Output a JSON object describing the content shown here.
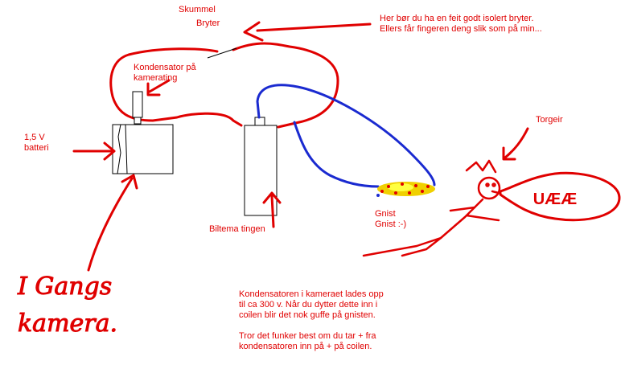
{
  "labels": {
    "skummel": "Skummel",
    "bryter": "Bryter",
    "kondensator_line1": "Kondensator på",
    "kondensator_line2": "kamerating",
    "batteri_line1": "1,5 V",
    "batteri_line2": "batteri",
    "biltema": "Biltema tingen",
    "gnist_line1": "Gnist",
    "gnist_line2": "Gnist :-)",
    "torgeir": "Torgeir",
    "speech": "UÆÆ",
    "handwritten_line1": "I Gangs",
    "handwritten_line2": "kamera."
  },
  "notes": {
    "top_line1": "Her bør du ha en feit godt isolert bryter.",
    "top_line2": "Ellers får fingeren deng slik som på min...",
    "bottom_line1": "Kondensatoren i kameraet lades opp",
    "bottom_line2": "til ca 300 v. Når du dytter dette inn i",
    "bottom_line3": "coilen blir det nok guffe på gnisten.",
    "bottom_line4": "Tror det funker best om du tar + fra",
    "bottom_line5": "kondensatoren inn på + på coilen."
  },
  "colors": {
    "wire_red": "#e00000",
    "wire_blue": "#1a2ad0",
    "spark_yellow": "#f0e000",
    "outline": "#000000"
  }
}
